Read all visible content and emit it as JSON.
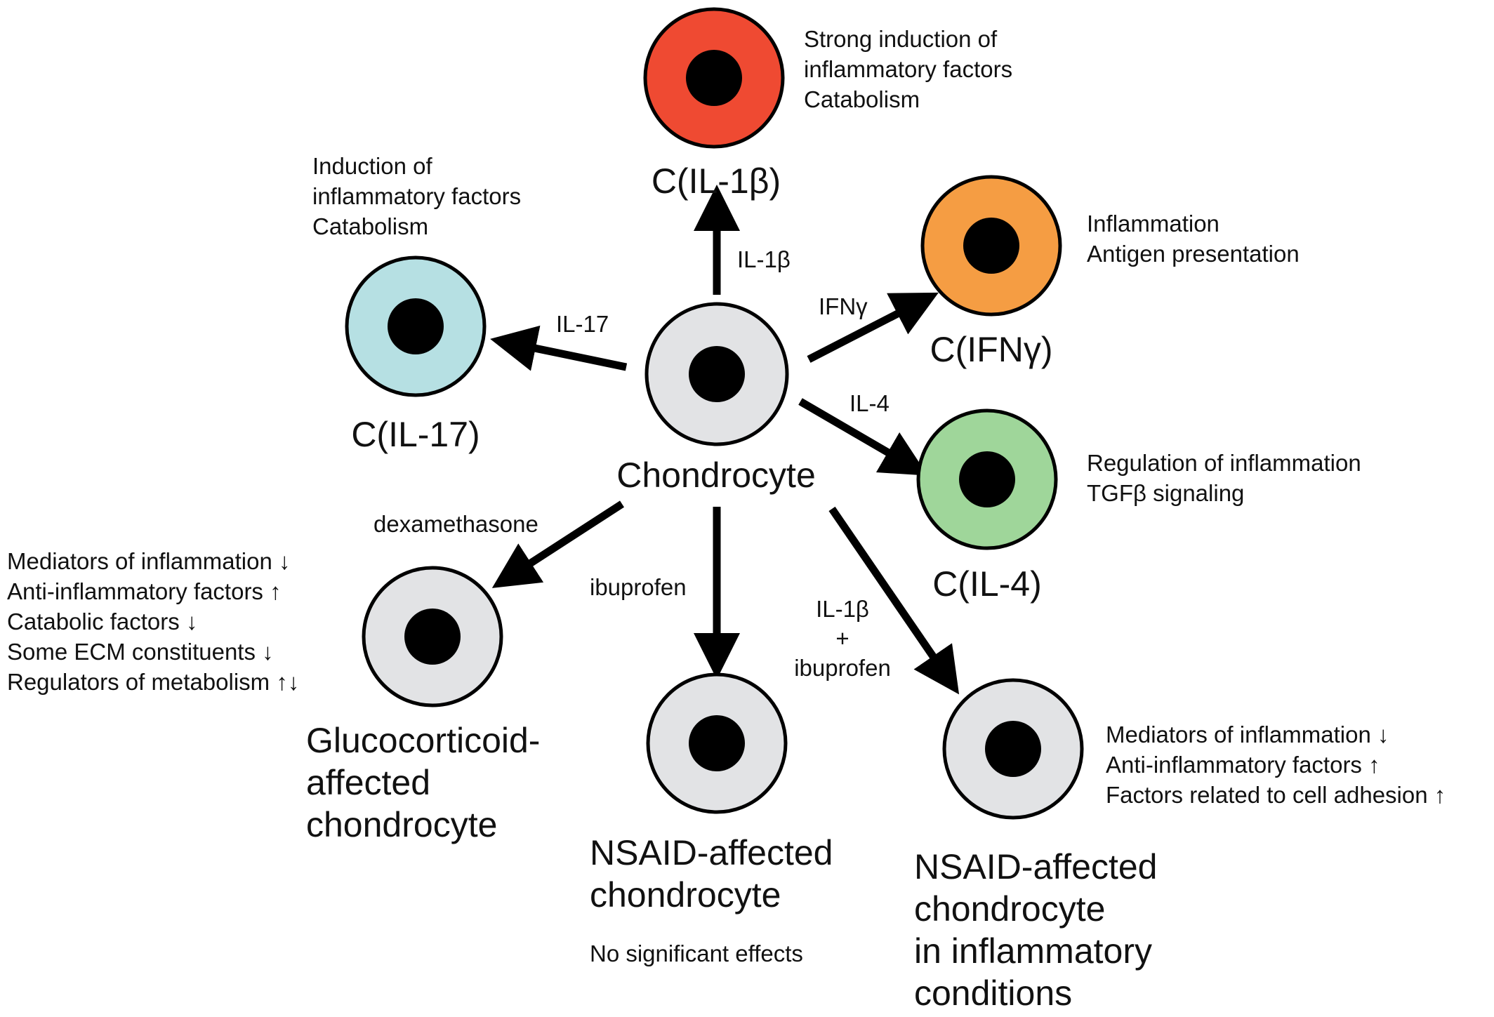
{
  "center": {
    "label": "Chondrocyte",
    "fill": "#e2e3e5"
  },
  "nodes": {
    "il1b": {
      "label": "C(IL-1β)",
      "fill": "#ef4a32",
      "effects": "Strong induction of\ninflammatory factors\nCatabolism"
    },
    "ifng": {
      "label": "C(IFNγ)",
      "fill": "#f59d43",
      "effects": "Inflammation\nAntigen presentation"
    },
    "il17": {
      "label": "C(IL-17)",
      "fill": "#b6e0e3",
      "effects": "Induction of\ninflammatory factors\nCatabolism"
    },
    "il4": {
      "label": "C(IL-4)",
      "fill": "#9fd69a",
      "effects": "Regulation of inflammation\nTGFβ signaling"
    },
    "gluco": {
      "label": "Glucocorticoid-\naffected\nchondrocyte",
      "fill": "#e2e3e5",
      "effects": "Mediators of inflammation ↓\nAnti-inflammatory factors ↑\nCatabolic factors ↓\nSome ECM constituents ↓\nRegulators of metabolism ↑↓"
    },
    "nsaid": {
      "label": "NSAID-affected\nchondrocyte",
      "fill": "#e2e3e5",
      "effects": "No significant effects"
    },
    "nsaid_inflam": {
      "label": "NSAID-affected\nchondrocyte\nin inflammatory\nconditions",
      "fill": "#e2e3e5",
      "effects": "Mediators of inflammation ↓\nAnti-inflammatory factors ↑\nFactors related to cell adhesion ↑"
    }
  },
  "treatments": {
    "il1b": "IL-1β",
    "ifng": "IFNγ",
    "il17": "IL-17",
    "il4": "IL-4",
    "dexamethasone": "dexamethasone",
    "ibuprofen": "ibuprofen",
    "combo": "IL-1β\n+\nibuprofen"
  },
  "colors": {
    "nucleus": "#000000",
    "outline": "#000000",
    "arrow": "#000000"
  }
}
